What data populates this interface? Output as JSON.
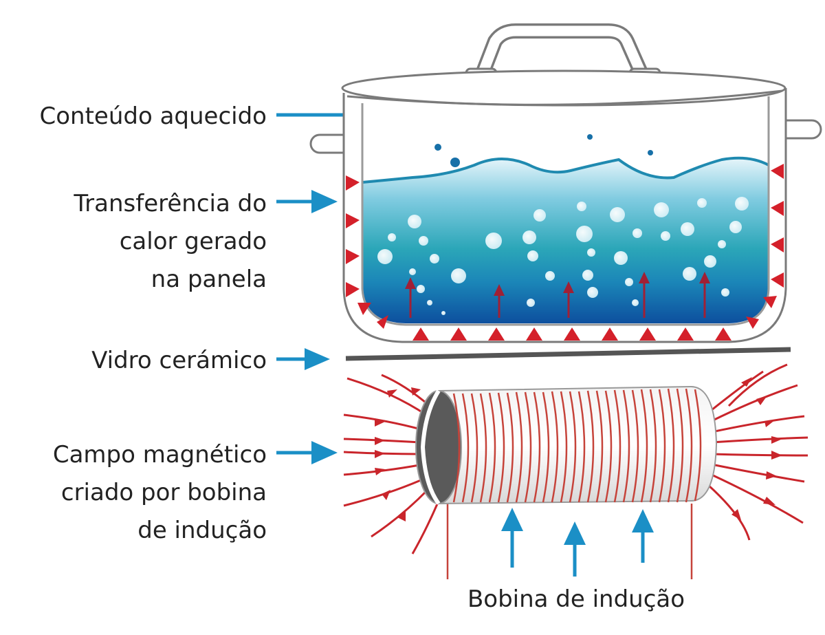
{
  "labels": {
    "heated_contents": "Conteúdo aquecido",
    "heat_transfer": [
      "Transferência do",
      "calor gerado",
      "na panela"
    ],
    "ceramic_glass": "Vidro cerámico",
    "magnetic_field": [
      "Campo magnético",
      "criado por bobina",
      "de indução"
    ],
    "coil": "Bobina de indução"
  },
  "colors": {
    "label_text": "#222222",
    "pointer_arrow": "#1b8fc6",
    "heat_marks": "#d4202a",
    "field_lines": "#c9252b",
    "coil_wire": "#c6433a",
    "pot_outline": "#7a7a7a",
    "water_top": "#bfe3ef",
    "water_mid": "#2aa3c2",
    "water_bottom": "#0f5aa8",
    "water_surface_line": "#1f8ab0",
    "glass": "#555555"
  },
  "icons": {
    "pointer": "right-arrow-icon",
    "coil_arrow": "up-arrow-icon",
    "heat_arrow": "up-arrow-icon"
  }
}
